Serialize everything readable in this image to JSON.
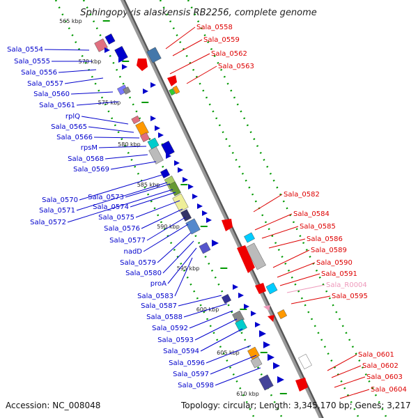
{
  "title": "Sphingopyxis alaskensis RB2256, complete genome",
  "footer": {
    "accession": "Accession: NC_008048",
    "topology": "Topology: circular; Length: 3,345,170 bp; Genes: 3,217"
  },
  "colors": {
    "left_label": "#0000cc",
    "right_label": "#dd0000",
    "rna_label": "#ee99bb",
    "tick": "#009900",
    "backbone": "#999999"
  },
  "ticks": [
    "565 kbp",
    "570 kbp",
    "575 kbp",
    "580 kbp",
    "585 kbp",
    "590 kbp",
    "595 kbp",
    "600 kbp",
    "605 kbp",
    "610 kbp"
  ],
  "left_labels": [
    "Sala_0554",
    "Sala_0555",
    "Sala_0556",
    "Sala_0557",
    "Sala_0560",
    "Sala_0561",
    "rplQ",
    "Sala_0565",
    "Sala_0566",
    "rpsM",
    "Sala_0568",
    "Sala_0569",
    "Sala_0570",
    "Sala_0571",
    "Sala_0572",
    "Sala_0573",
    "Sala_0574",
    "Sala_0575",
    "Sala_0576",
    "Sala_0577",
    "nadD",
    "Sala_0579",
    "Sala_0580",
    "proA",
    "Sala_0583",
    "Sala_0587",
    "Sala_0588",
    "Sala_0592",
    "Sala_0593",
    "Sala_0594",
    "Sala_0596",
    "Sala_0597",
    "Sala_0598"
  ],
  "right_labels": [
    "Sala_0558",
    "Sala_0559",
    "Sala_0562",
    "Sala_0563",
    "Sala_0582",
    "Sala_0584",
    "Sala_0585",
    "Sala_0586",
    "Sala_0589",
    "Sala_0590",
    "Sala_0591",
    "Sala_R0004",
    "Sala_0595",
    "Sala_0601",
    "Sala_0602",
    "Sala_0603",
    "Sala_0604"
  ]
}
